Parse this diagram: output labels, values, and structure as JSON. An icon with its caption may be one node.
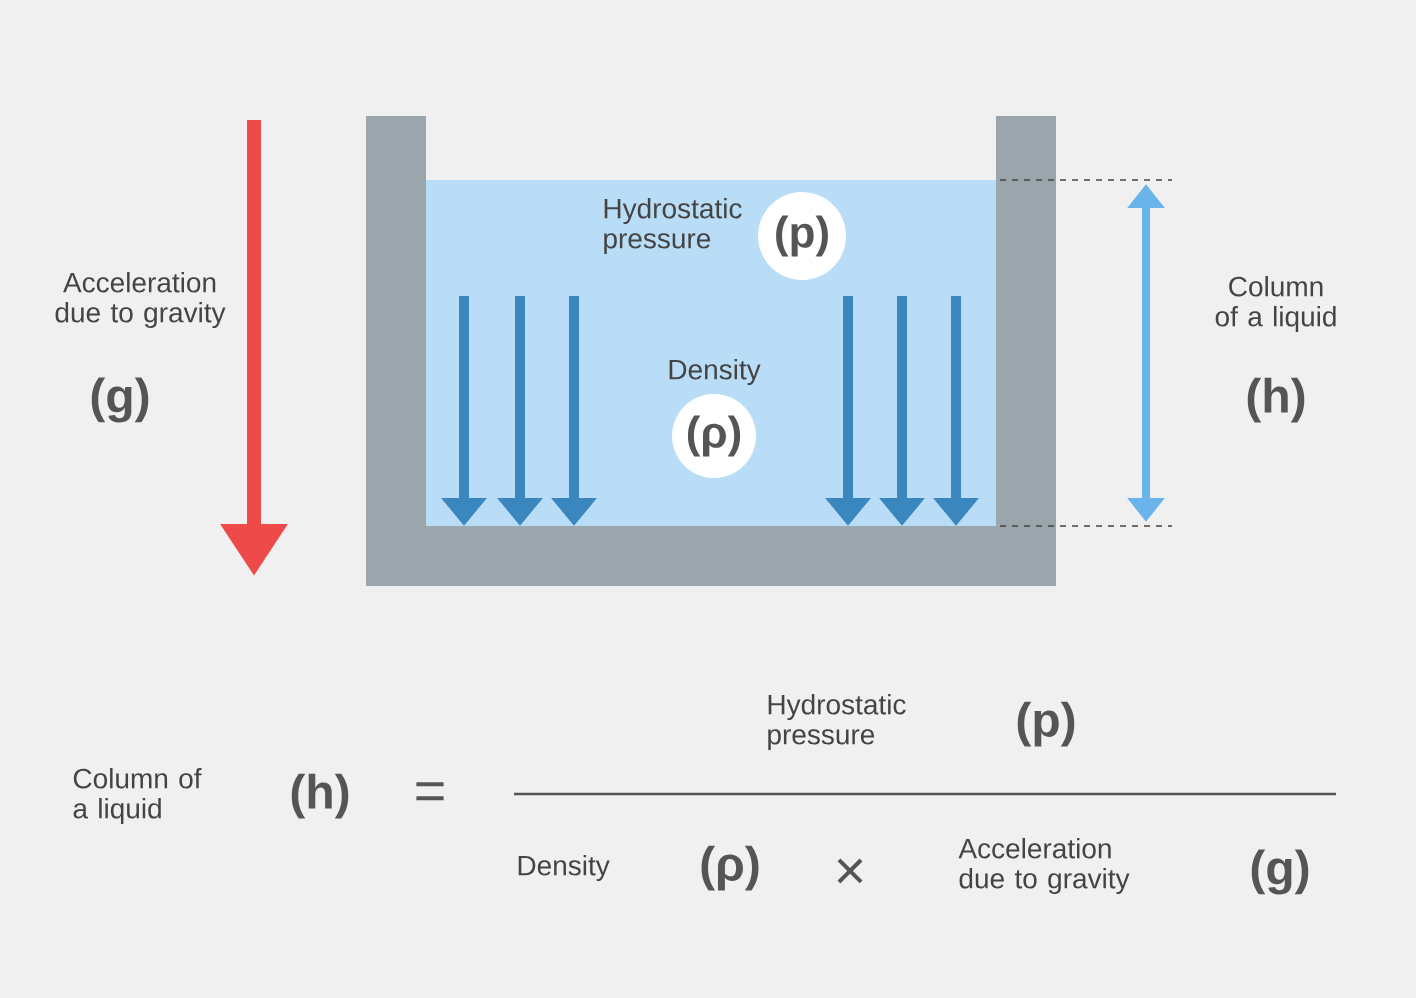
{
  "diagram": {
    "nodes": [
      {
        "text": [
          "(p)"
        ],
        "beside": [
          "Hydrostatic pressure"
        ]
      },
      {
        "text": [
          "(ρ)"
        ],
        "beside": [
          "Density"
        ]
      }
    ],
    "labels": [
      "Acceleration due to gravity",
      "(g)",
      "Column of a liquid",
      "(h)",
      "Hydrostatic pressure",
      "(p)",
      "Column of a liquid",
      "(h)",
      "=",
      "Density",
      "(ρ)",
      "×",
      "Acceleration due to gravity",
      "(g)"
    ]
  }
}
